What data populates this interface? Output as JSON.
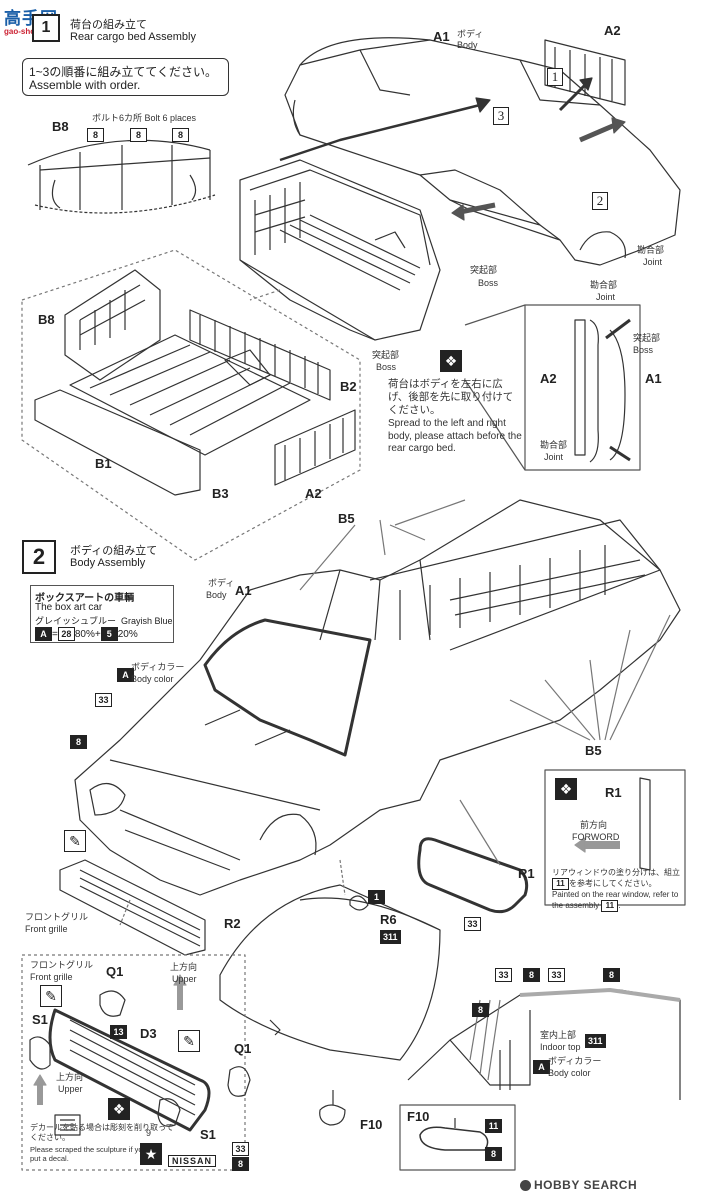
{
  "header_logo": {
    "text": "高手网",
    "url_text": "gao-shou.com"
  },
  "step1": {
    "title_jp": "荷台の組み立て",
    "title_en": "Rear cargo bed Assembly",
    "order_jp": "1~3の順番に組み立ててください。",
    "order_en": "Assemble with order.",
    "bolt_note": "ボルト6カ所 Bolt 6 places",
    "bolt_part": "8",
    "body_label": "A1",
    "body_jp": "ボディ",
    "body_en": "Body",
    "tailgate_label": "A2",
    "step_num_1": "1",
    "step_num_2": "2",
    "step_num_3": "3",
    "b8": "B8",
    "b2": "B2",
    "b1": "B1",
    "b3": "B3",
    "a2_bottom": "A2",
    "boss_jp": "突起部",
    "boss_en": "Boss",
    "joint_jp": "勘合部",
    "joint_en": "Joint",
    "note_jp": "荷台はボディを左右に広げ、後部を先に取り付けてください。",
    "note_en": "Spread to the left and right body, please attach before the rear cargo bed.",
    "detail_a2": "A2",
    "detail_a1": "A1",
    "detail_boss_jp": "突起部",
    "detail_boss_en": "Boss",
    "detail_joint_jp": "勘合部",
    "detail_joint_en": "Joint"
  },
  "step2": {
    "number": "2",
    "title_jp": "ボディの組み立て",
    "title_en": "Body Assembly",
    "boxart_jp": "ボックスアートの車輌",
    "boxart_en": "The box art car",
    "color_jp": "グレイッシュブルー",
    "color_en": "Grayish Blue",
    "mix_a": "A",
    "mix_eq": "=",
    "mix_c1": "28",
    "mix_p1": "80%+",
    "mix_c2": "5",
    "mix_p2": "20%",
    "body_jp": "ボディ",
    "body_en": "Body",
    "body_label": "A1",
    "b5_top": "B5",
    "b5_bottom": "B5",
    "body_color_a": "A",
    "body_color_jp": "ボディカラー",
    "body_color_en": "Body color",
    "p33": "33",
    "p8": "8",
    "r1": "R1",
    "r1_detail": "R1",
    "forward_jp": "前方向",
    "forward_en": "FORWORD",
    "rear_window_jp": "リアウィンドウの塗り分けは、組立",
    "rear_window_jp2": "を参考にしてください。",
    "rear_window_en": "Painted on the rear window, refer to the assembly",
    "assembly_ref": "11",
    "p1": "1",
    "r6": "R6",
    "p311": "311",
    "r2": "R2",
    "grille_jp": "フロントグリル",
    "grille_en": "Front grille",
    "grille2_jp": "フロントグリル",
    "grille2_en": "Front grille",
    "q1_left": "Q1",
    "q1_right": "Q1",
    "upper_jp": "上方向",
    "upper_en": "Upper",
    "upper2_jp": "上方向",
    "upper2_en": "Upper",
    "s1_left": "S1",
    "s1_right": "S1",
    "p13": "13",
    "d3": "D3",
    "p9": "9",
    "decal_jp": "デカールを貼る場合は彫刻を削り取ってください。",
    "decal_en": "Please scraped the sculpture if you put a decal.",
    "nissan": "NISSAN",
    "nissan_code": "33",
    "nissan_code2": "8",
    "f10": "F10",
    "f10_detail": "F10",
    "f10_p11": "11",
    "f10_p8": "8",
    "interior_p33a": "33",
    "interior_p8a": "8",
    "interior_p33b": "33",
    "interior_p8b": "8",
    "interior_p8c": "8",
    "indoor_jp": "室内上部",
    "indoor_en": "Indoor top",
    "indoor_code": "311",
    "interior_a": "A",
    "interior_color_jp": "ボディカラー",
    "interior_color_en": "Body color"
  },
  "footer": {
    "watermark": "HOBBY SEARCH"
  }
}
